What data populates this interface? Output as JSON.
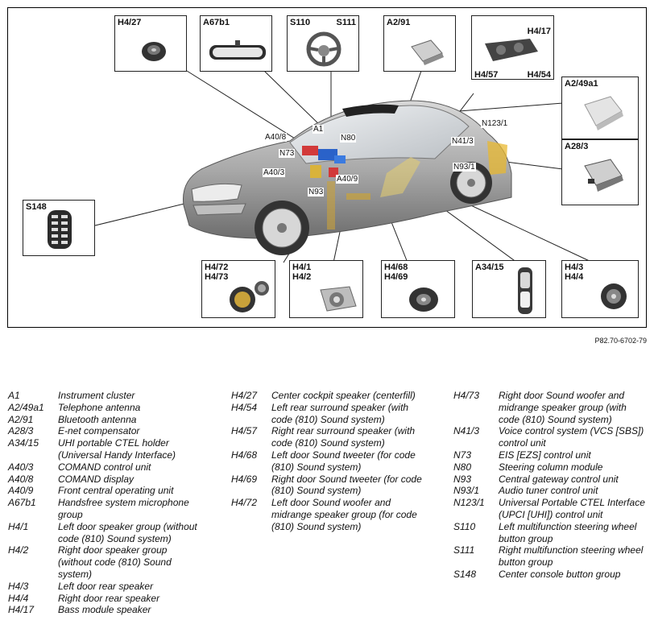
{
  "figure": {
    "callouts": {
      "h4_27": [
        "H4/27"
      ],
      "a67b1": [
        "A67b1"
      ],
      "s110_s111": [
        "S110",
        "S111"
      ],
      "a2_91": [
        "A2/91"
      ],
      "h4_17": [
        "H4/17",
        "H4/57",
        "H4/54"
      ],
      "a2_49a1": [
        "A2/49a1"
      ],
      "a28_3": [
        "A28/3"
      ],
      "s148": [
        "S148"
      ],
      "h4_72": [
        "H4/72",
        "H4/73"
      ],
      "h4_1": [
        "H4/1",
        "H4/2"
      ],
      "h4_68": [
        "H4/68",
        "H4/69"
      ],
      "a34_15": [
        "A34/15"
      ],
      "h4_3": [
        "H4/3",
        "H4/4"
      ]
    },
    "car_tags": [
      "A40/8",
      "A1",
      "N80",
      "N73",
      "A40/3",
      "A40/9",
      "N93",
      "N123/1",
      "N41/3",
      "N93/1"
    ],
    "reference": "P82.70-6702-79"
  },
  "legend": {
    "col1": [
      {
        "code": "A1",
        "desc": "Instrument cluster"
      },
      {
        "code": "A2/49a1",
        "desc": "Telephone antenna"
      },
      {
        "code": "A2/91",
        "desc": "Bluetooth antenna"
      },
      {
        "code": "A28/3",
        "desc": "E-net compensator"
      },
      {
        "code": "A34/15",
        "desc": "UHI portable CTEL holder (Universal Handy Interface)"
      },
      {
        "code": "A40/3",
        "desc": "COMAND control unit"
      },
      {
        "code": "A40/8",
        "desc": "COMAND display"
      },
      {
        "code": "A40/9",
        "desc": "Front central operating unit"
      },
      {
        "code": "A67b1",
        "desc": "Handsfree system microphone group"
      },
      {
        "code": "H4/1",
        "desc": "Left door speaker group (without code (810) Sound system)"
      },
      {
        "code": "H4/2",
        "desc": "Right door speaker group (without code (810) Sound system)"
      },
      {
        "code": "H4/3",
        "desc": "Left door rear speaker"
      },
      {
        "code": "H4/4",
        "desc": "Right door rear speaker"
      },
      {
        "code": "H4/17",
        "desc": "Bass module speaker"
      }
    ],
    "col2": [
      {
        "code": "H4/27",
        "desc": "Center cockpit speaker (centerfill)"
      },
      {
        "code": "H4/54",
        "desc": "Left rear surround speaker (with code (810) Sound system)"
      },
      {
        "code": "H4/57",
        "desc": "Right rear surround speaker (with code (810) Sound system)"
      },
      {
        "code": "H4/68",
        "desc": "Left door Sound tweeter (for code (810) Sound system)"
      },
      {
        "code": "H4/69",
        "desc": "Right door Sound tweeter (for code (810) Sound system)"
      },
      {
        "code": "H4/72",
        "desc": "Left door Sound woofer and midrange speaker group (for code (810) Sound system)"
      }
    ],
    "col3": [
      {
        "code": "H4/73",
        "desc": "Right door Sound woofer and midrange speaker group (with code (810) Sound system)"
      },
      {
        "code": "N41/3",
        "desc": "Voice control system (VCS [SBS]) control unit"
      },
      {
        "code": "N73",
        "desc": "EIS [EZS] control unit"
      },
      {
        "code": "N80",
        "desc": "Steering column module"
      },
      {
        "code": "N93",
        "desc": "Central gateway control unit"
      },
      {
        "code": "N93/1",
        "desc": "Audio tuner control unit"
      },
      {
        "code": "N123/1",
        "desc": "Universal Portable CTEL Interface (UPCI [UHI]) control unit"
      },
      {
        "code": "S110",
        "desc": "Left multifunction steering wheel button group"
      },
      {
        "code": "S111",
        "desc": "Right multifunction steering wheel button group"
      },
      {
        "code": "S148",
        "desc": "Center console button group"
      }
    ]
  }
}
